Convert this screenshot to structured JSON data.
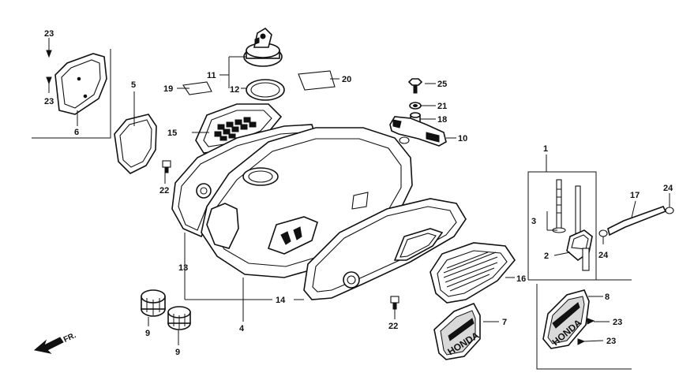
{
  "callouts": {
    "c1": "1",
    "c2": "2",
    "c3": "3",
    "c4": "4",
    "c5": "5",
    "c6": "6",
    "c7": "7",
    "c8": "8",
    "c9a": "9",
    "c9b": "9",
    "c10": "10",
    "c11": "11",
    "c12": "12",
    "c13": "13",
    "c14": "14",
    "c15": "15",
    "c16": "16",
    "c17": "17",
    "c18": "18",
    "c19": "19",
    "c20": "20",
    "c21": "21",
    "c22a": "22",
    "c22b": "22",
    "c23a": "23",
    "c23b": "23",
    "c23c": "23",
    "c23d": "23",
    "c24a": "24",
    "c24b": "24",
    "c25": "25"
  },
  "direction_arrow": {
    "label": "FR.",
    "icon": "front-direction-arrow-icon"
  },
  "emblem_text": {
    "left": "HONDA",
    "right": "HONDA"
  }
}
